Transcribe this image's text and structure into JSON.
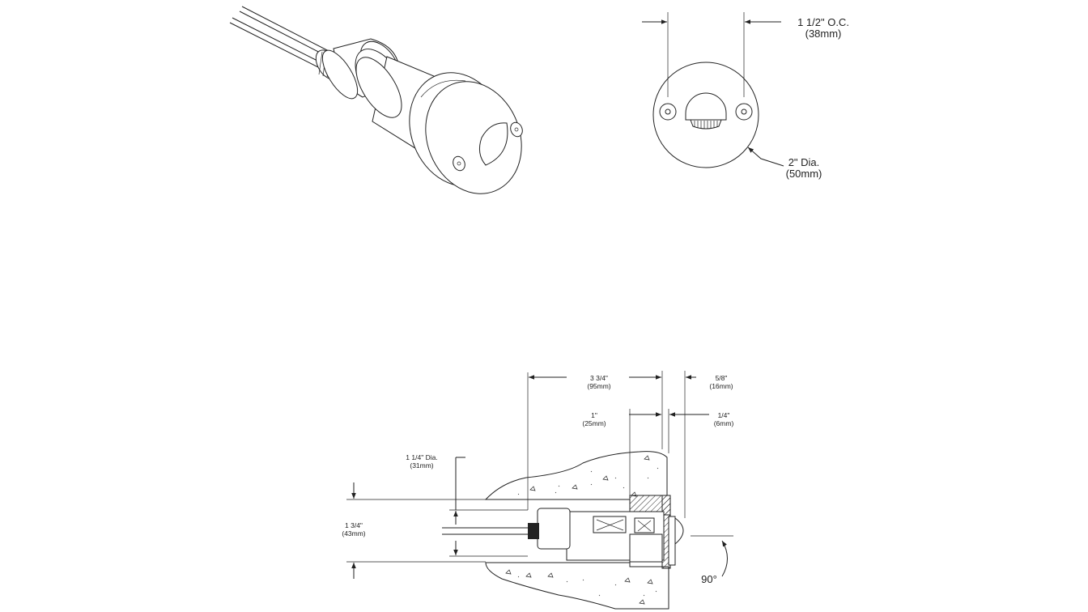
{
  "colors": {
    "line": "#222222",
    "background": "#ffffff",
    "hatch": "#222222"
  },
  "front_view": {
    "spacing": {
      "line1": "1 1/2\" O.C.",
      "line2": "(38mm)"
    },
    "diameter": {
      "line1": "2\" Dia.",
      "line2": "(50mm)"
    }
  },
  "section_view": {
    "depth": {
      "line1": "3 3/4\"",
      "line2": "(95mm)"
    },
    "flange": {
      "line1": "5/8\"",
      "line2": "(16mm)"
    },
    "sleeve": {
      "line1": "1\"",
      "line2": "(25mm)"
    },
    "lip": {
      "line1": "1/4\"",
      "line2": "(6mm)"
    },
    "body_dia": {
      "line1": "1 1/4\" Dia.",
      "line2": "(31mm)"
    },
    "height": {
      "line1": "1 3/4\"",
      "line2": "(43mm)"
    },
    "angle": "90°"
  }
}
